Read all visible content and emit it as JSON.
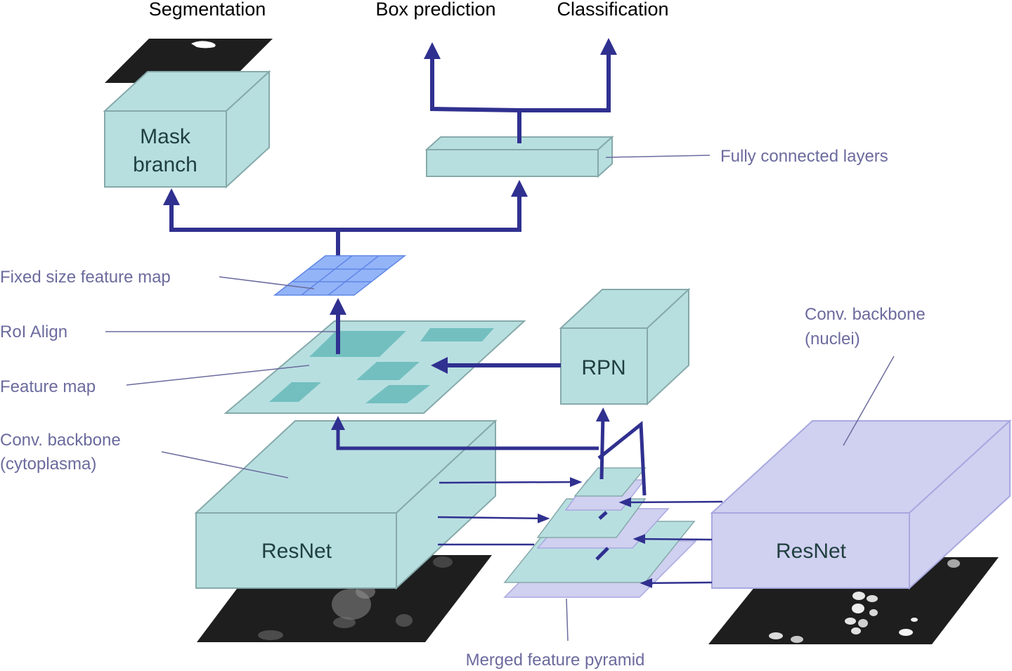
{
  "outputs": {
    "segmentation": "Segmentation",
    "box_prediction": "Box prediction",
    "classification": "Classification"
  },
  "blocks": {
    "mask_branch_line1": "Mask",
    "mask_branch_line2": "branch",
    "rpn": "RPN",
    "resnet_cyto": "ResNet",
    "resnet_nuclei": "ResNet"
  },
  "callouts": {
    "fully_connected": "Fully connected layers",
    "fixed_size": "Fixed size feature map",
    "roi_align": "RoI Align",
    "feature_map": "Feature map",
    "backbone_cyto_line1": "Conv. backbone",
    "backbone_cyto_line2": "(cytoplasma)",
    "backbone_nuclei_line1": "Conv. backbone",
    "backbone_nuclei_line2": "(nuclei)",
    "merged_pyramid": "Merged feature pyramid"
  },
  "colors": {
    "teal_fill": "#b8dfe0",
    "teal_stroke": "#86a9aa",
    "teal_dark": "#73bfc0",
    "lavender_fill": "#d0d0f0",
    "lavender_stroke": "#a8a8e0",
    "blue_grid": "#94b4f8",
    "arrow": "#303090",
    "callout_line": "#6b6b9e",
    "image_dark": "#1e1e1e"
  }
}
